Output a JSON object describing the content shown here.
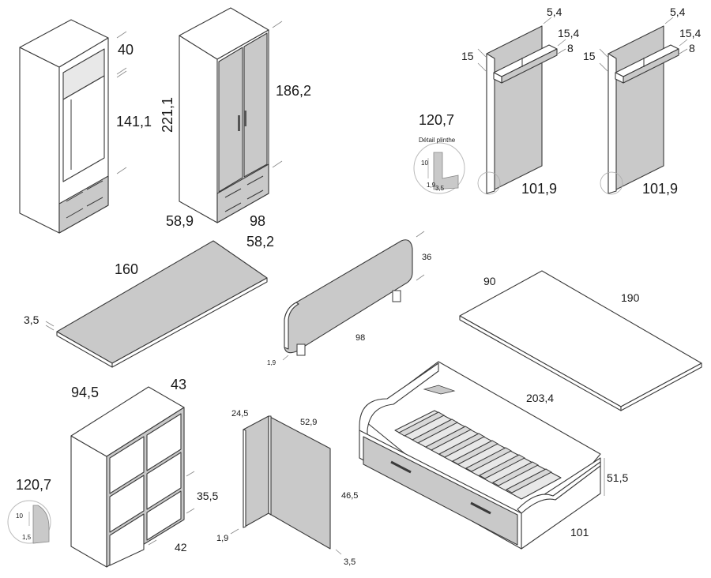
{
  "diagram": {
    "items": [
      {
        "id": "open-wardrobe",
        "dimensions": [
          "40",
          "141,1"
        ]
      },
      {
        "id": "two-door-wardrobe",
        "dimensions": [
          "221,1",
          "186,2",
          "58,9",
          "98",
          "58,2"
        ]
      },
      {
        "id": "wall-panel-shelf-1",
        "dimensions": [
          "5,4",
          "15,4",
          "8",
          "15",
          "120,7",
          "101,9"
        ],
        "detail": {
          "title": "Détail plinthe",
          "values": [
            "10",
            "1,9",
            "3,5"
          ]
        }
      },
      {
        "id": "wall-panel-shelf-2",
        "dimensions": [
          "5,4",
          "15,4",
          "8",
          "15",
          "101,9"
        ]
      },
      {
        "id": "desk-top",
        "dimensions": [
          "160",
          "3,5"
        ]
      },
      {
        "id": "privacy-panel",
        "dimensions": [
          "36",
          "98",
          "1,9"
        ]
      },
      {
        "id": "mattress-board",
        "dimensions": [
          "90",
          "190"
        ]
      },
      {
        "id": "cube-bookcase",
        "dimensions": [
          "94,5",
          "43",
          "120,7",
          "35,5",
          "42"
        ],
        "detail": {
          "values": [
            "10",
            "1,5"
          ]
        }
      },
      {
        "id": "corner-panel",
        "dimensions": [
          "24,5",
          "52,9",
          "46,5",
          "1,9",
          "3,5"
        ]
      },
      {
        "id": "trundle-bed",
        "dimensions": [
          "203,4",
          "51,5",
          "101"
        ]
      }
    ]
  },
  "colors": {
    "panel_gray": "#c9c9c9",
    "outline": "#3a3a3a",
    "background": "#ffffff"
  }
}
